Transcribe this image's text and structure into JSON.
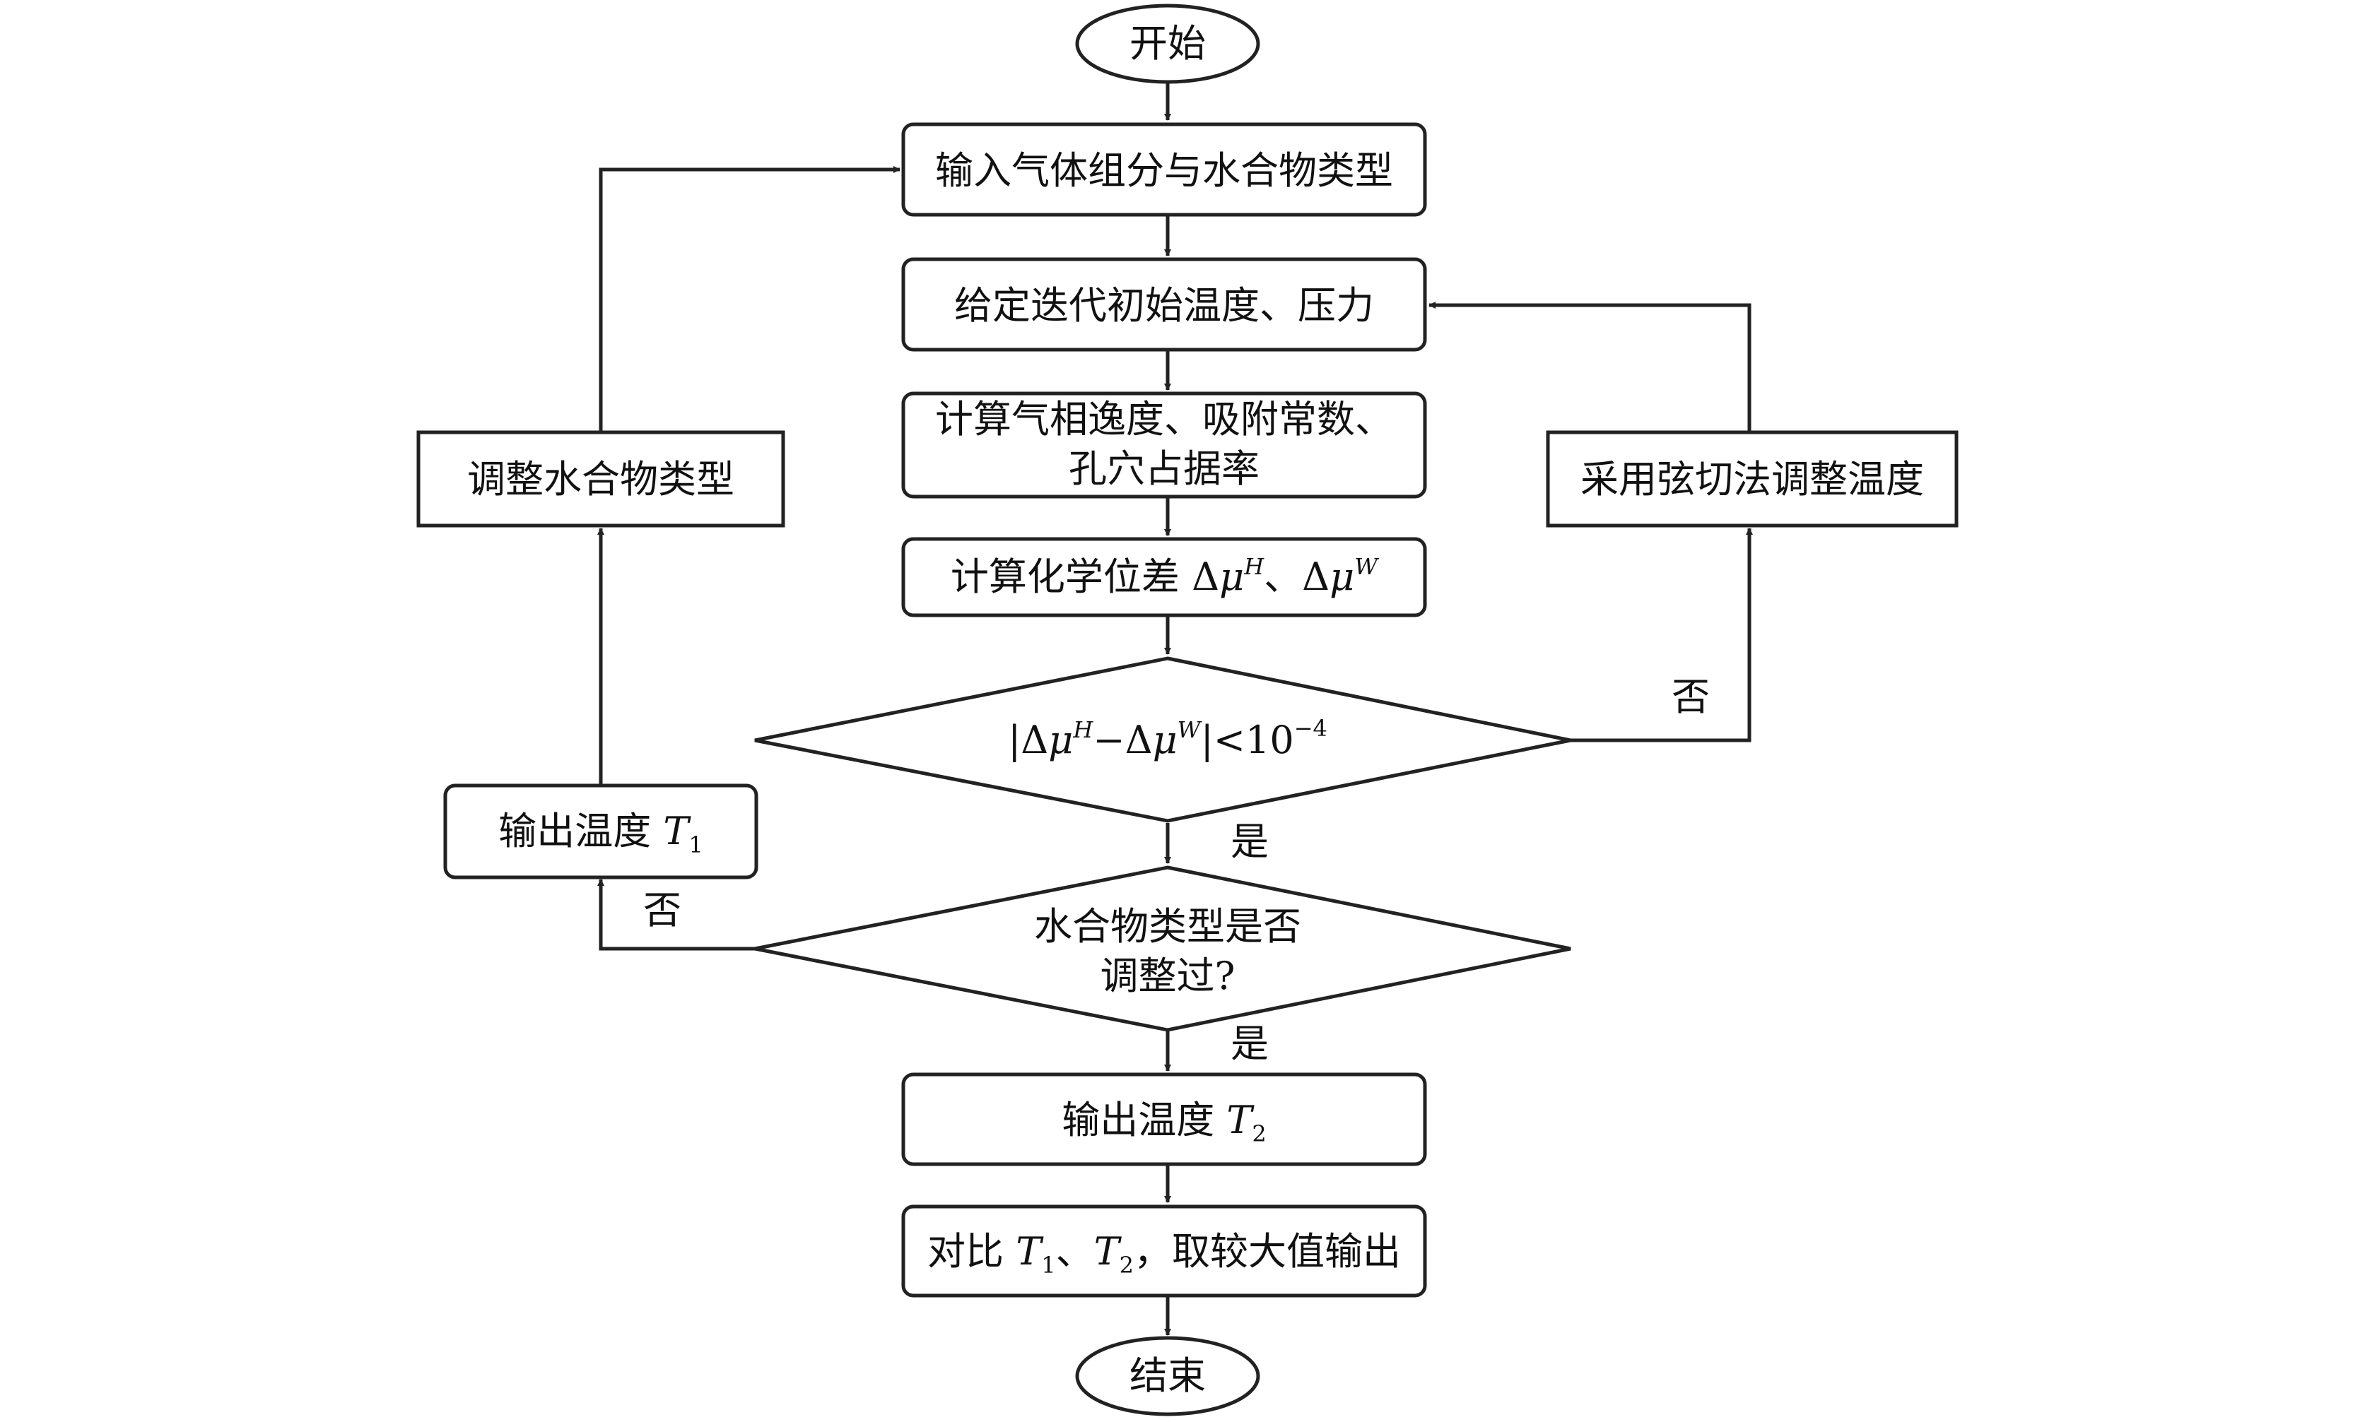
{
  "nodes": {
    "start": "开始",
    "input": "输入气体组分与水合物类型",
    "init": "给定迭代初始温度、压力",
    "calc1_line1": "计算气相逸度、吸附常数、",
    "calc1_line2": "孔穴占据率",
    "calc2_text": "计算化学位差 ",
    "calc2_delta": "Δ",
    "calc2_mu": "μ",
    "calc2_h": "H",
    "calc2_sep": "、",
    "calc2_w": "W",
    "cond1_pre": "|",
    "cond1_minus": "−",
    "cond1_post": "|<10",
    "cond1_exp": "−4",
    "cond2_line1": "水合物类型是否",
    "cond2_line2": "调整过?",
    "out2_text": "输出温度 ",
    "out2_var": "T",
    "out2_sub": "2",
    "compare_pre": "对比 ",
    "compare_t": "T",
    "compare_sub1": "1",
    "compare_sep": "、",
    "compare_sub2": "2",
    "compare_post": "，取较大值输出",
    "end": "结束",
    "adjust_type": "调整水合物类型",
    "out1_text": "输出温度 ",
    "out1_var": "T",
    "out1_sub": "1",
    "secant": "采用弦切法调整温度"
  },
  "edge_labels": {
    "cond1_no": "否",
    "cond1_yes": "是",
    "cond2_no": "否",
    "cond2_yes": "是"
  }
}
